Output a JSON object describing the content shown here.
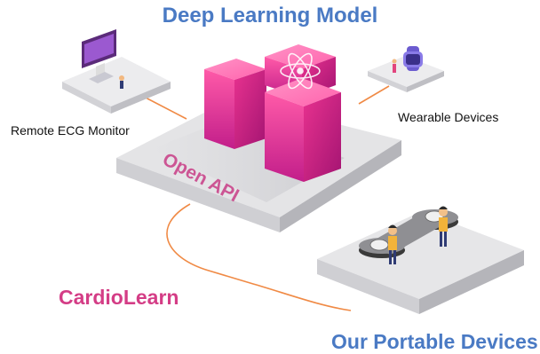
{
  "title": "Deep Learning Model",
  "brand": "CardioLearn",
  "center_label": "Open API",
  "nodes": {
    "remote": "Remote ECG Monitor",
    "wearable": "Wearable Devices",
    "portable": "Our Portable Devices"
  },
  "colors": {
    "title_blue": "#4a7ac4",
    "brand_pink": "#d43d86",
    "connector_orange": "#f08a45"
  }
}
